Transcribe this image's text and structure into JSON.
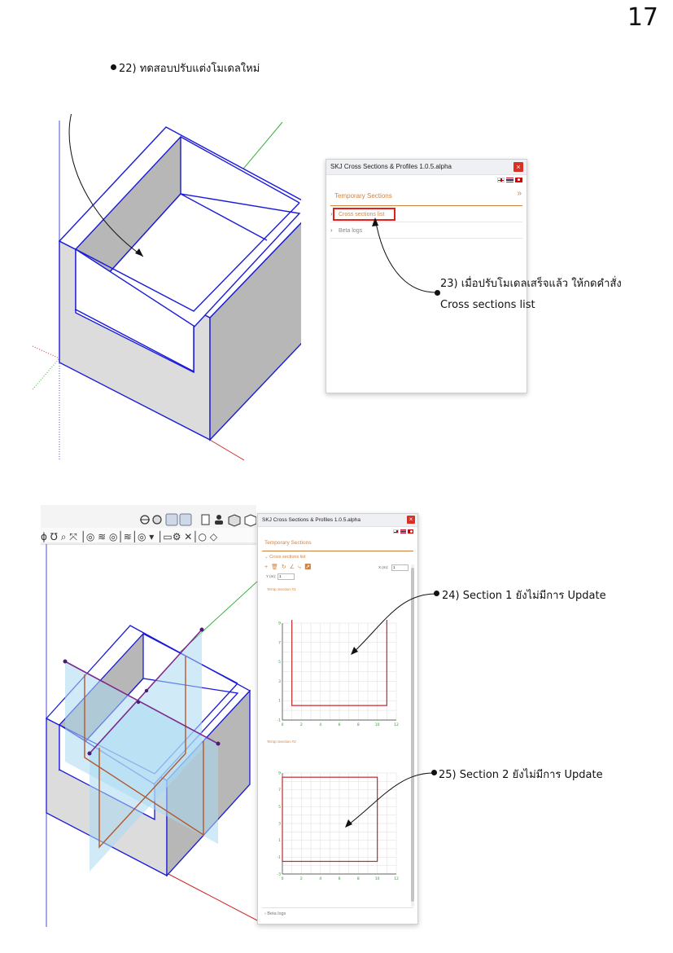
{
  "page_number": "17",
  "annotations": {
    "a22": "22) ทดสอบปรับแต่งโมเดลใหม่",
    "a23_line1": "23) เมื่อปรับโมเดลเสร็จแล้ว ให้กดคำสั่ง",
    "a23_line2": "Cross sections list",
    "a24": "24) Section 1 ยังไม่มีการ Update",
    "a25": "25) Section 2 ยังไม่มีการ Update"
  },
  "plugin_window_top": {
    "title": "SKJ Cross Sections & Profiles 1.0.5.alpha",
    "close": "×",
    "section_title": "Temporary Sections",
    "expand": "»",
    "items": [
      {
        "label": "Cross sections list",
        "icon": "chevron-right-icon"
      },
      {
        "label": "Beta logs",
        "icon": "chevron-right-icon"
      }
    ]
  },
  "plugin_window_bottom": {
    "title": "SKJ Cross Sections & Profiles 1.0.5.alpha",
    "close": "×",
    "section_title": "Temporary Sections",
    "expand": "»",
    "list_label": "Cross sections list",
    "x_field_label": "X (m):",
    "x_field_value": "1",
    "y_field_label": "Y (m):",
    "y_field_value": "1",
    "footer_item": "Beta logs",
    "sections": [
      {
        "name": "Temp Section #1",
        "x_ticks": [
          "0",
          "2",
          "4",
          "6",
          "8",
          "10",
          "12"
        ],
        "y_ticks": [
          "-1",
          "1",
          "3",
          "5",
          "7",
          "9"
        ],
        "profile": {
          "x_min": 1,
          "x_max": 11,
          "y_min": 0.5,
          "y_max": 9.5
        }
      },
      {
        "name": "Temp Section #2",
        "x_ticks": [
          "0",
          "2",
          "4",
          "6",
          "8",
          "10",
          "12"
        ],
        "y_ticks": [
          "-3",
          "-1",
          "1",
          "3",
          "5",
          "7",
          "9"
        ],
        "profile": {
          "x_min": 0,
          "x_max": 10,
          "y_min": -1.5,
          "y_max": 8.5
        }
      }
    ]
  },
  "colors": {
    "model_edge": "#1a1ad9",
    "model_face_dark": "#b7b7b7",
    "model_face_light": "#dcdcdc",
    "section_plane": "#a9d8f2",
    "section_line": "#b5572a",
    "accent_orange": "#d18442",
    "profile_red": "#c0282b",
    "highlight_red": "#e0201c"
  },
  "toolbar_icons": [
    "orbit-icon",
    "pan-icon",
    "zoom-icon",
    "zoom-extents-icon",
    "section-icon",
    "layers-icon",
    "folder-icon",
    "gear-icon",
    "close-icon",
    "circle-icon",
    "water-drop-icon",
    "user-icon",
    "document-icon",
    "package-icon"
  ]
}
